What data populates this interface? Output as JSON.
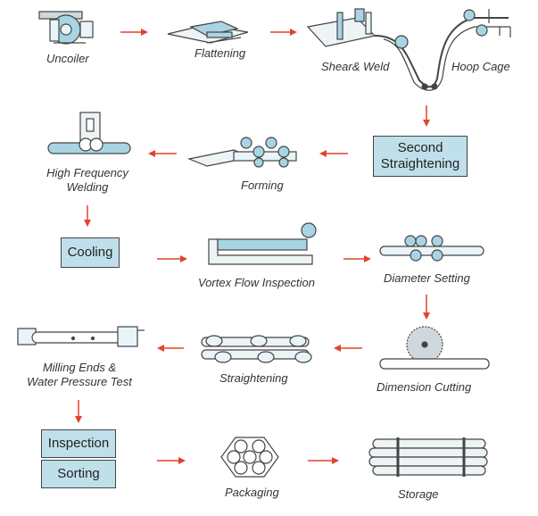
{
  "steps": {
    "uncoiler": "Uncoiler",
    "flattening": "Flattening",
    "shear_weld": "Shear& Weld",
    "hoop_cage": "Hoop Cage",
    "second_straightening_line1": "Second",
    "second_straightening_line2": "Straightening",
    "forming": "Forming",
    "hf_welding_line1": "High Frequency",
    "hf_welding_line2": "Welding",
    "cooling": "Cooling",
    "vortex_flow_inspection": "Vortex Flow Inspection",
    "diameter_setting": "Diameter Setting",
    "dimension_cutting": "Dimension Cutting",
    "straightening": "Straightening",
    "milling_line1": "Milling Ends &",
    "milling_line2": "Water Pressure Test",
    "inspection": "Inspection",
    "sorting": "Sorting",
    "packaging": "Packaging",
    "storage": "Storage"
  },
  "colors": {
    "arrow": "#e0442a",
    "box_fill": "#bfe0ea",
    "equipment_blue": "#a8d4e4",
    "outline": "#444444"
  }
}
